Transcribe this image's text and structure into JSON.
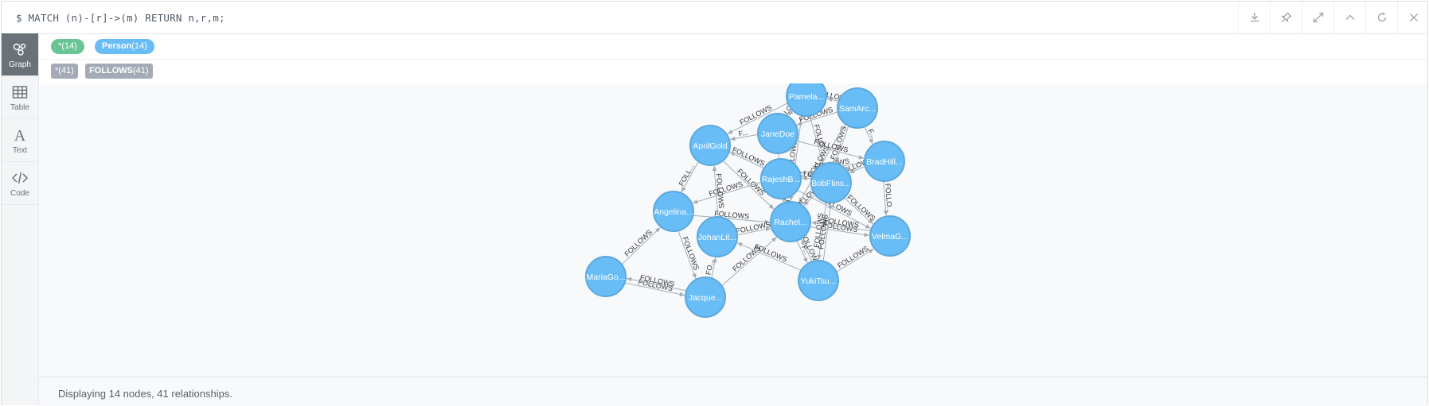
{
  "query": {
    "text": "$ MATCH (n)-[r]->(m) RETURN n,r,m;"
  },
  "toolbar": [
    {
      "name": "download-icon",
      "icon": "download"
    },
    {
      "name": "pin-icon",
      "icon": "pin"
    },
    {
      "name": "expand-icon",
      "icon": "expand"
    },
    {
      "name": "collapse-icon",
      "icon": "chevron-up"
    },
    {
      "name": "rerun-icon",
      "icon": "refresh"
    },
    {
      "name": "close-icon",
      "icon": "close"
    }
  ],
  "sidebar": {
    "items": [
      {
        "label": "Graph",
        "icon": "graph-icon",
        "active": true
      },
      {
        "label": "Table",
        "icon": "table-icon",
        "active": false
      },
      {
        "label": "Text",
        "icon": "text-icon",
        "active": false
      },
      {
        "label": "Code",
        "icon": "code-icon",
        "active": false
      }
    ]
  },
  "labels": [
    {
      "text": "*(14)",
      "color": "#68c593",
      "bold": "",
      "count": "*(14)"
    },
    {
      "name": "Person",
      "count": "(14)",
      "color": "#68bdf6"
    }
  ],
  "relationships": [
    {
      "text": "*(41)"
    },
    {
      "name": "FOLLOWS",
      "count": "(41)"
    }
  ],
  "colors": {
    "node_fill": "#68bdf6",
    "node_stroke": "#5ca8db",
    "edge": "#a5abb6",
    "active_tab": "#6b7178",
    "all_label": "#68c593",
    "rel_pill": "#a5abb6"
  },
  "graph": {
    "nodes": [
      {
        "id": "pamela",
        "label": "Pamela..."
      },
      {
        "id": "samarc",
        "label": "SamArc..."
      },
      {
        "id": "janedoe",
        "label": "JaneDoe"
      },
      {
        "id": "aprilgold",
        "label": "AprilGold"
      },
      {
        "id": "bradhill",
        "label": "BradHill..."
      },
      {
        "id": "rajesh",
        "label": "RajeshB..."
      },
      {
        "id": "bobflins",
        "label": "BobFlins..."
      },
      {
        "id": "angelina",
        "label": "Angelina..."
      },
      {
        "id": "rachel",
        "label": "Rachel..."
      },
      {
        "id": "johanlit",
        "label": "JohanLit..."
      },
      {
        "id": "velmag",
        "label": "VelmaG..."
      },
      {
        "id": "mariago",
        "label": "MariaGo..."
      },
      {
        "id": "jacque",
        "label": "Jacque..."
      },
      {
        "id": "yukitsu",
        "label": "YukiTsu..."
      }
    ],
    "edges": [
      {
        "from": "pamela",
        "to": "aprilgold",
        "label": "FOLLOWS"
      },
      {
        "from": "pamela",
        "to": "rachel",
        "label": "FOLLOWS"
      },
      {
        "from": "pamela",
        "to": "bobflins",
        "label": "FOLLO..."
      },
      {
        "from": "samarc",
        "to": "janedoe",
        "label": "FOLLOWS"
      },
      {
        "from": "samarc",
        "to": "bobflins",
        "label": "FOLLOWS"
      },
      {
        "from": "samarc",
        "to": "pamela",
        "label": "FOLLOWS"
      },
      {
        "from": "samarc",
        "to": "bradhill",
        "label": "F..."
      },
      {
        "from": "samarc",
        "to": "rachel",
        "label": "FOLLOWS"
      },
      {
        "from": "janedoe",
        "to": "aprilgold",
        "label": "F..."
      },
      {
        "from": "janedoe",
        "to": "bradhill",
        "label": "FOLLOWS"
      },
      {
        "from": "janedoe",
        "to": "rachel",
        "label": "FOLLOWS"
      },
      {
        "from": "bradhill",
        "to": "bobflins",
        "label": "FOLLOWS"
      },
      {
        "from": "bradhill",
        "to": "velmag",
        "label": "FOLLO..."
      },
      {
        "from": "bradhill",
        "to": "rajesh",
        "label": "FOLLOWS"
      },
      {
        "from": "aprilgold",
        "to": "rachel",
        "label": "FOLLOWS"
      },
      {
        "from": "aprilgold",
        "to": "angelina",
        "label": "FOLL..."
      },
      {
        "from": "rajesh",
        "to": "aprilgold",
        "label": "FOLLOWS"
      },
      {
        "from": "rajesh",
        "to": "angelina",
        "label": "FOLLOWS"
      },
      {
        "from": "rajesh",
        "to": "rachel",
        "label": "FOLLOWS"
      },
      {
        "from": "rajesh",
        "to": "velmag",
        "label": "FOLLOWS"
      },
      {
        "from": "johanlit",
        "to": "aprilgold",
        "label": "FOLLOWS"
      },
      {
        "from": "bobflins",
        "to": "rajesh",
        "label": "FOLLOWS"
      },
      {
        "from": "bobflins",
        "to": "rachel",
        "label": "FOLLOWS"
      },
      {
        "from": "bobflins",
        "to": "velmag",
        "label": "FOLLOWS"
      },
      {
        "from": "bobflins",
        "to": "yukitsu",
        "label": "FOLLOWS"
      },
      {
        "from": "angelina",
        "to": "rachel",
        "label": "FOLLOWS"
      },
      {
        "from": "angelina",
        "to": "jacque",
        "label": "FOLLOWS"
      },
      {
        "from": "mariago",
        "to": "angelina",
        "label": "FOLLOWS"
      },
      {
        "from": "mariago",
        "to": "jacque",
        "label": "FOLLOWS"
      },
      {
        "from": "jacque",
        "to": "mariago",
        "label": "FOLLOWS"
      },
      {
        "from": "jacque",
        "to": "johanlit",
        "label": "FO..."
      },
      {
        "from": "jacque",
        "to": "rachel",
        "label": "FOLLOWS"
      },
      {
        "from": "johanlit",
        "to": "rachel",
        "label": "FOLLOWS"
      },
      {
        "from": "rachel",
        "to": "velmag",
        "label": "FOLLOWS"
      },
      {
        "from": "rachel",
        "to": "yukitsu",
        "label": "F..."
      },
      {
        "from": "velmag",
        "to": "rachel",
        "label": "FOLLOWS"
      },
      {
        "from": "yukitsu",
        "to": "velmag",
        "label": "FOLLOWS"
      },
      {
        "from": "yukitsu",
        "to": "johanlit",
        "label": "FOLLOWS"
      },
      {
        "from": "yukitsu",
        "to": "rachel",
        "label": "FOLLOWS"
      },
      {
        "from": "yukitsu",
        "to": "bobflins",
        "label": "FOLLOWS"
      },
      {
        "from": "pamela",
        "to": "janedoe",
        "label": "FOLLOWS"
      }
    ]
  },
  "status": {
    "text": "Displaying 14 nodes, 41 relationships."
  }
}
